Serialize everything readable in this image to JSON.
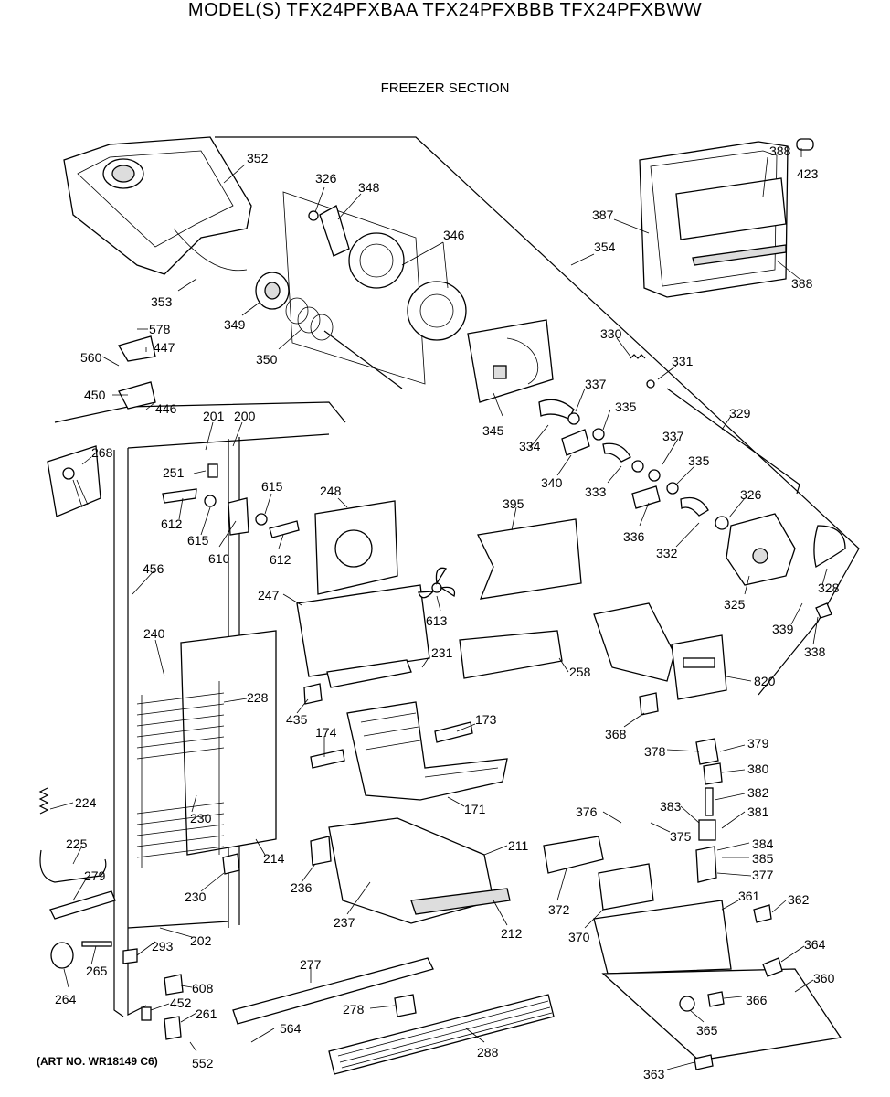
{
  "header": {
    "model_line": "MODEL(S) TFX24PFXBAA  TFX24PFXBBB  TFX24PFXBWW",
    "section": "FREEZER SECTION"
  },
  "footer": {
    "art_number": "(ART NO. WR18149 C6)"
  },
  "callouts": [
    "352",
    "326",
    "348",
    "346",
    "353",
    "349",
    "350",
    "578",
    "447",
    "560",
    "450",
    "446",
    "388",
    "423",
    "387",
    "354",
    "388",
    "330",
    "331",
    "337",
    "335",
    "329",
    "345",
    "334",
    "340",
    "333",
    "337",
    "335",
    "336",
    "332",
    "326",
    "325",
    "328",
    "339",
    "338",
    "201",
    "200",
    "268",
    "251",
    "612",
    "615",
    "610",
    "615",
    "612",
    "248",
    "456",
    "247",
    "613",
    "395",
    "240",
    "228",
    "231",
    "258",
    "820",
    "435",
    "174",
    "173",
    "368",
    "171",
    "378",
    "379",
    "380",
    "382",
    "381",
    "376",
    "375",
    "383",
    "384",
    "385",
    "377",
    "224",
    "225",
    "279",
    "230",
    "230",
    "214",
    "236",
    "211",
    "372",
    "361",
    "362",
    "370",
    "237",
    "212",
    "202",
    "293",
    "265",
    "264",
    "277",
    "364",
    "360",
    "608",
    "452",
    "261",
    "278",
    "366",
    "365",
    "564",
    "552",
    "288",
    "363"
  ]
}
